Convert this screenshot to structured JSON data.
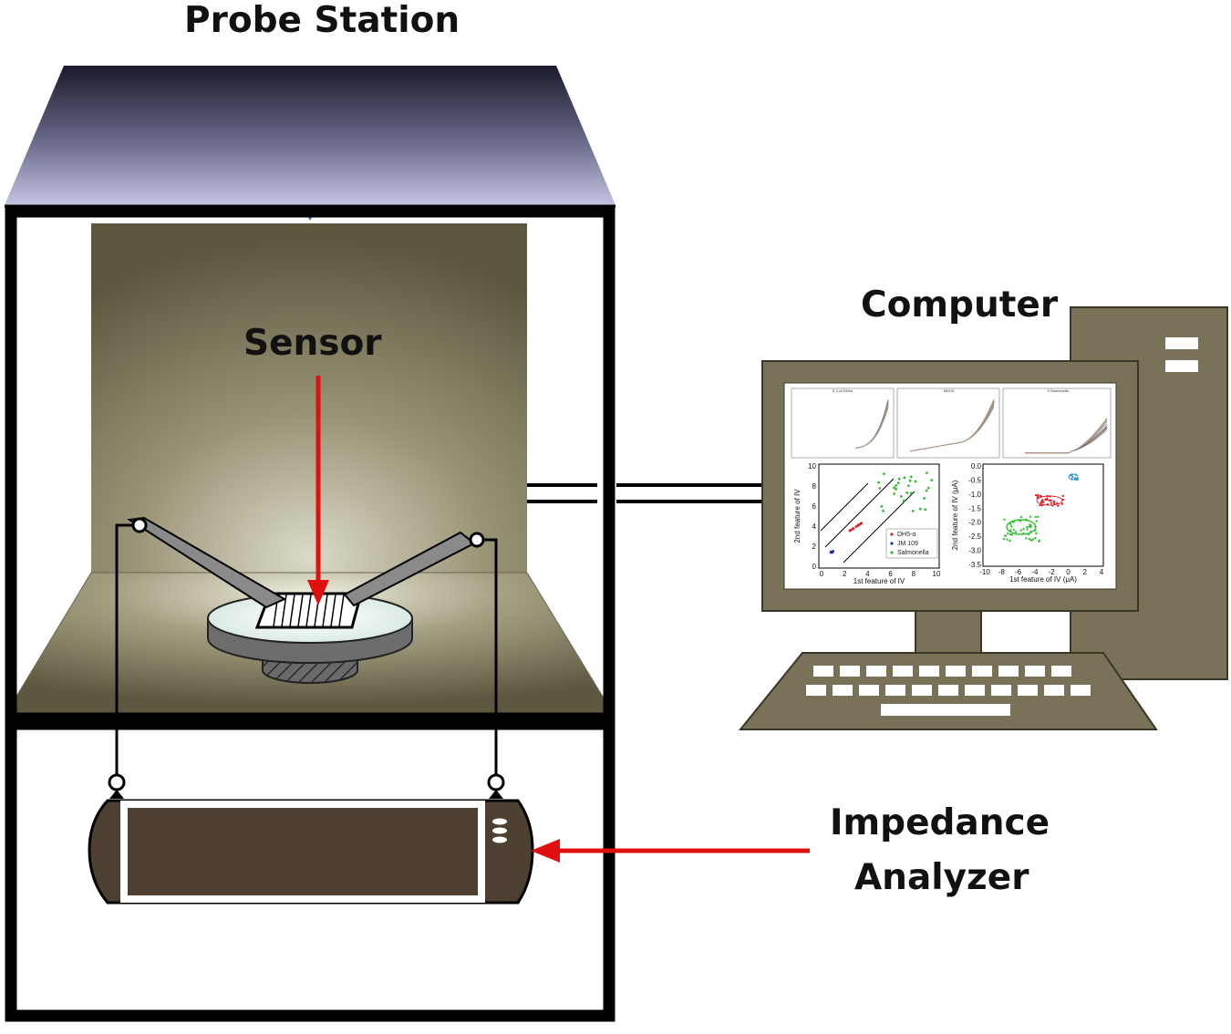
{
  "labels": {
    "probe_station": "Probe Station",
    "sensor": "Sensor",
    "computer": "Computer",
    "impedance_line1": "Impedance",
    "impedance_line2": "Analyzer"
  },
  "screen": {
    "top_titles": [
      "E.Coli DH5α",
      "JM109",
      "S.Salmonella"
    ],
    "left_plot": {
      "xlabel": "1st feature of IV",
      "ylabel": "2nd feature of IV",
      "xticks": [
        "0",
        "2",
        "4",
        "6",
        "8",
        "10"
      ],
      "yticks": [
        "0",
        "2",
        "4",
        "6",
        "8",
        "10"
      ],
      "legend": [
        "DH5-α",
        "JM 109",
        "Salmonella"
      ]
    },
    "right_plot": {
      "xlabel": "1st feature of IV (μA)",
      "ylabel": "2nd feature of IV (μA)",
      "xticks": [
        "-10",
        "-8",
        "-6",
        "-4",
        "-2",
        "0",
        "2",
        "4"
      ],
      "yticks": [
        "0.0",
        "-0.5",
        "-1.0",
        "-1.5",
        "-2.0",
        "-2.5",
        "-3.0",
        "-3.5"
      ]
    }
  },
  "colors": {
    "hood_top": "#1a1a2a",
    "hood_bottom": "#c0c0e0",
    "chamber_light": "#d8d6c2",
    "chamber_dark": "#5b5540",
    "frame": "#000000",
    "analyzer_body": "#4d4030",
    "computer_body": "#7a7258",
    "arrow": "#e01010",
    "series_dh5": "#e0202a",
    "series_jm109": "#2030b0",
    "series_salmonella": "#30c030",
    "series_cluster_blue": "#3090d0"
  },
  "icons": {
    "keyboard": "keyboard-icon",
    "tower": "computer-tower-icon",
    "monitor": "monitor-icon"
  }
}
